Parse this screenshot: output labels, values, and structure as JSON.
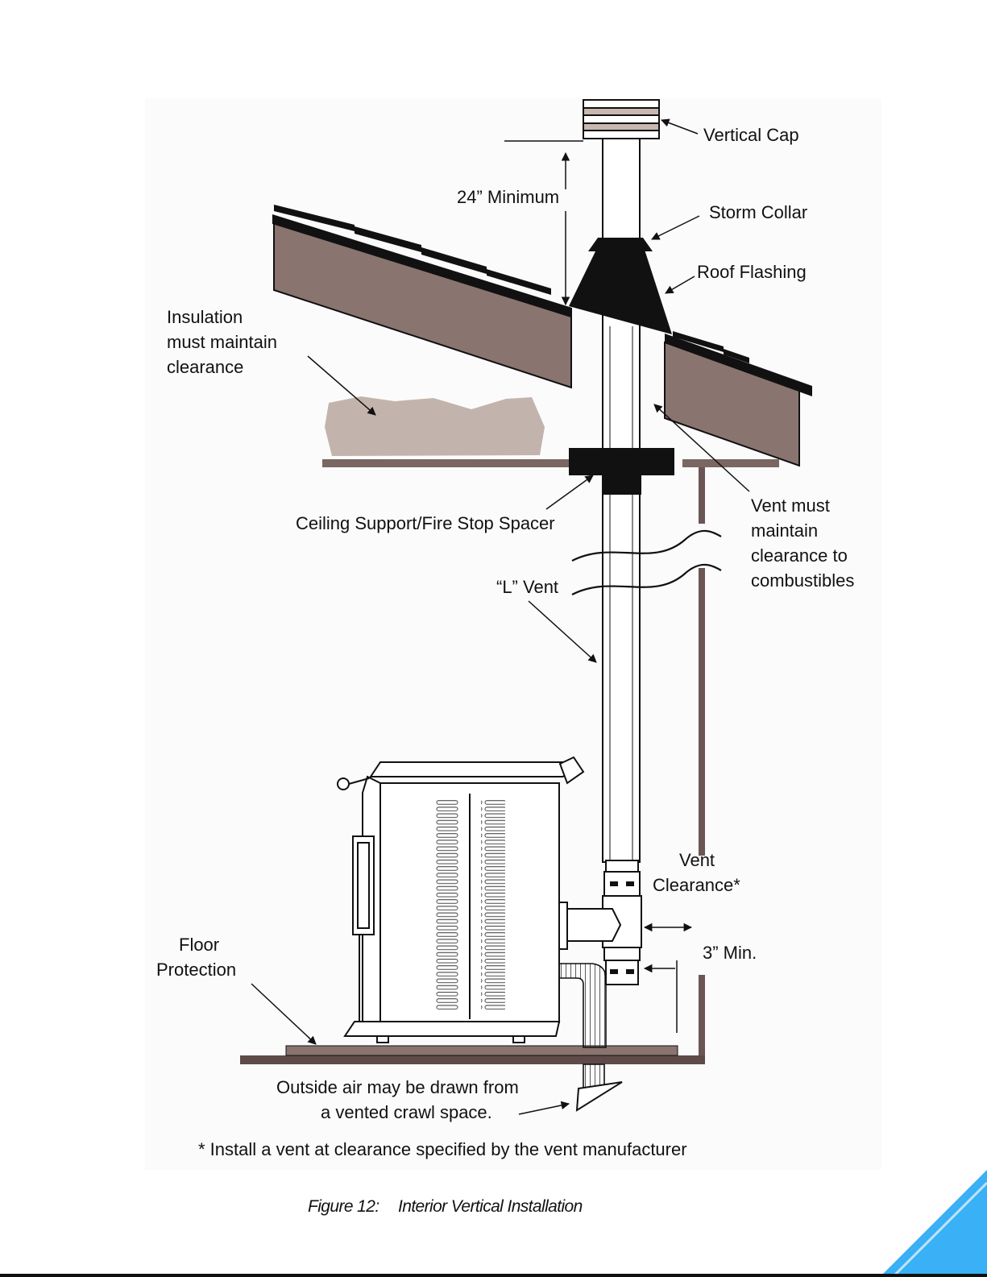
{
  "diagram": {
    "labels": {
      "vertical_cap": "Vertical Cap",
      "minimum_24": "24” Minimum",
      "storm_collar": "Storm Collar",
      "roof_flashing": "Roof Flashing",
      "insulation": [
        "Insulation",
        "must maintain",
        "clearance"
      ],
      "ceiling_support": "Ceiling Support/Fire Stop Spacer",
      "vent_must": [
        "Vent must",
        "maintain",
        "clearance to",
        "combustibles"
      ],
      "l_vent": "“L” Vent",
      "vent_clearance": [
        "Vent",
        "Clearance*"
      ],
      "three_min": "3” Min.",
      "floor_protection": [
        "Floor",
        "Protection"
      ],
      "outside_air": [
        "Outside air may be drawn from",
        "a vented crawl space."
      ]
    },
    "footnote": "* Install a vent at clearance specified by the vent manufacturer"
  },
  "caption": {
    "figure": "Figure 12:",
    "title": "Interior Vertical Installation"
  },
  "colors": {
    "roof_brown": "#8a7470",
    "insulation": "#c2b4ac",
    "floor_brown": "#5e4a48",
    "ink": "#111111",
    "panel_bg": "#fbfbfb",
    "corner_accent": "#3ab0f6"
  }
}
